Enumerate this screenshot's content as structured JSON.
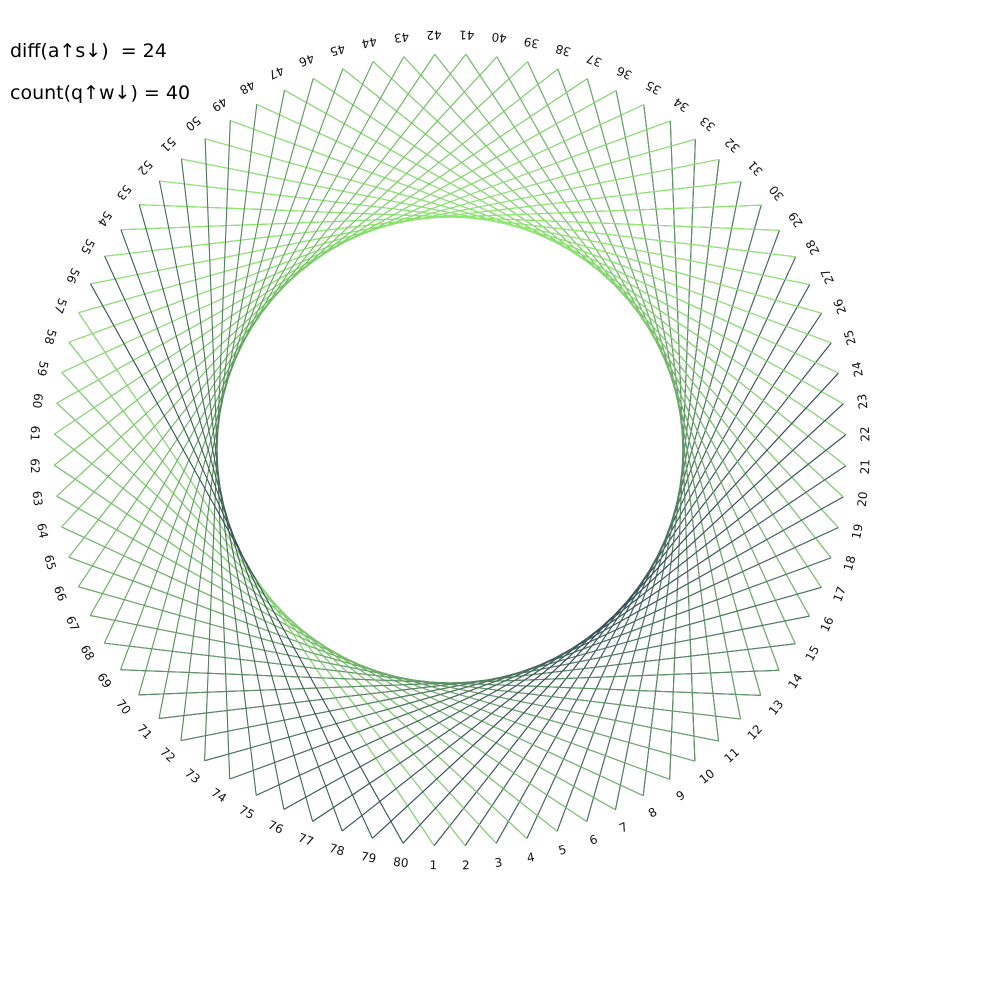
{
  "stats": {
    "diff": "diff(a↑s↓)  = 24",
    "count": "count(q↑w↓) = 40"
  },
  "diagram": {
    "point_count": 80,
    "labels": [
      "1",
      "2",
      "3",
      "4",
      "5",
      "6",
      "7",
      "8",
      "9",
      "10",
      "11",
      "12",
      "13",
      "14",
      "15",
      "16",
      "17",
      "18",
      "19",
      "20",
      "21",
      "22",
      "23",
      "24",
      "25",
      "26",
      "27",
      "28",
      "29",
      "30",
      "31",
      "32",
      "33",
      "34",
      "35",
      "36",
      "37",
      "38",
      "39",
      "40",
      "41",
      "42",
      "43",
      "44",
      "45",
      "46",
      "47",
      "48",
      "49",
      "50",
      "51",
      "52",
      "53",
      "54",
      "55",
      "56",
      "57",
      "58",
      "59",
      "60",
      "61",
      "62",
      "63",
      "64",
      "65",
      "66",
      "67",
      "68",
      "69",
      "70",
      "71",
      "72",
      "73",
      "74",
      "75",
      "76",
      "77",
      "78",
      "79",
      "80"
    ],
    "chord_step": 24,
    "colors": {
      "dark": "#1a1f52",
      "light": "#8ef06a"
    }
  }
}
